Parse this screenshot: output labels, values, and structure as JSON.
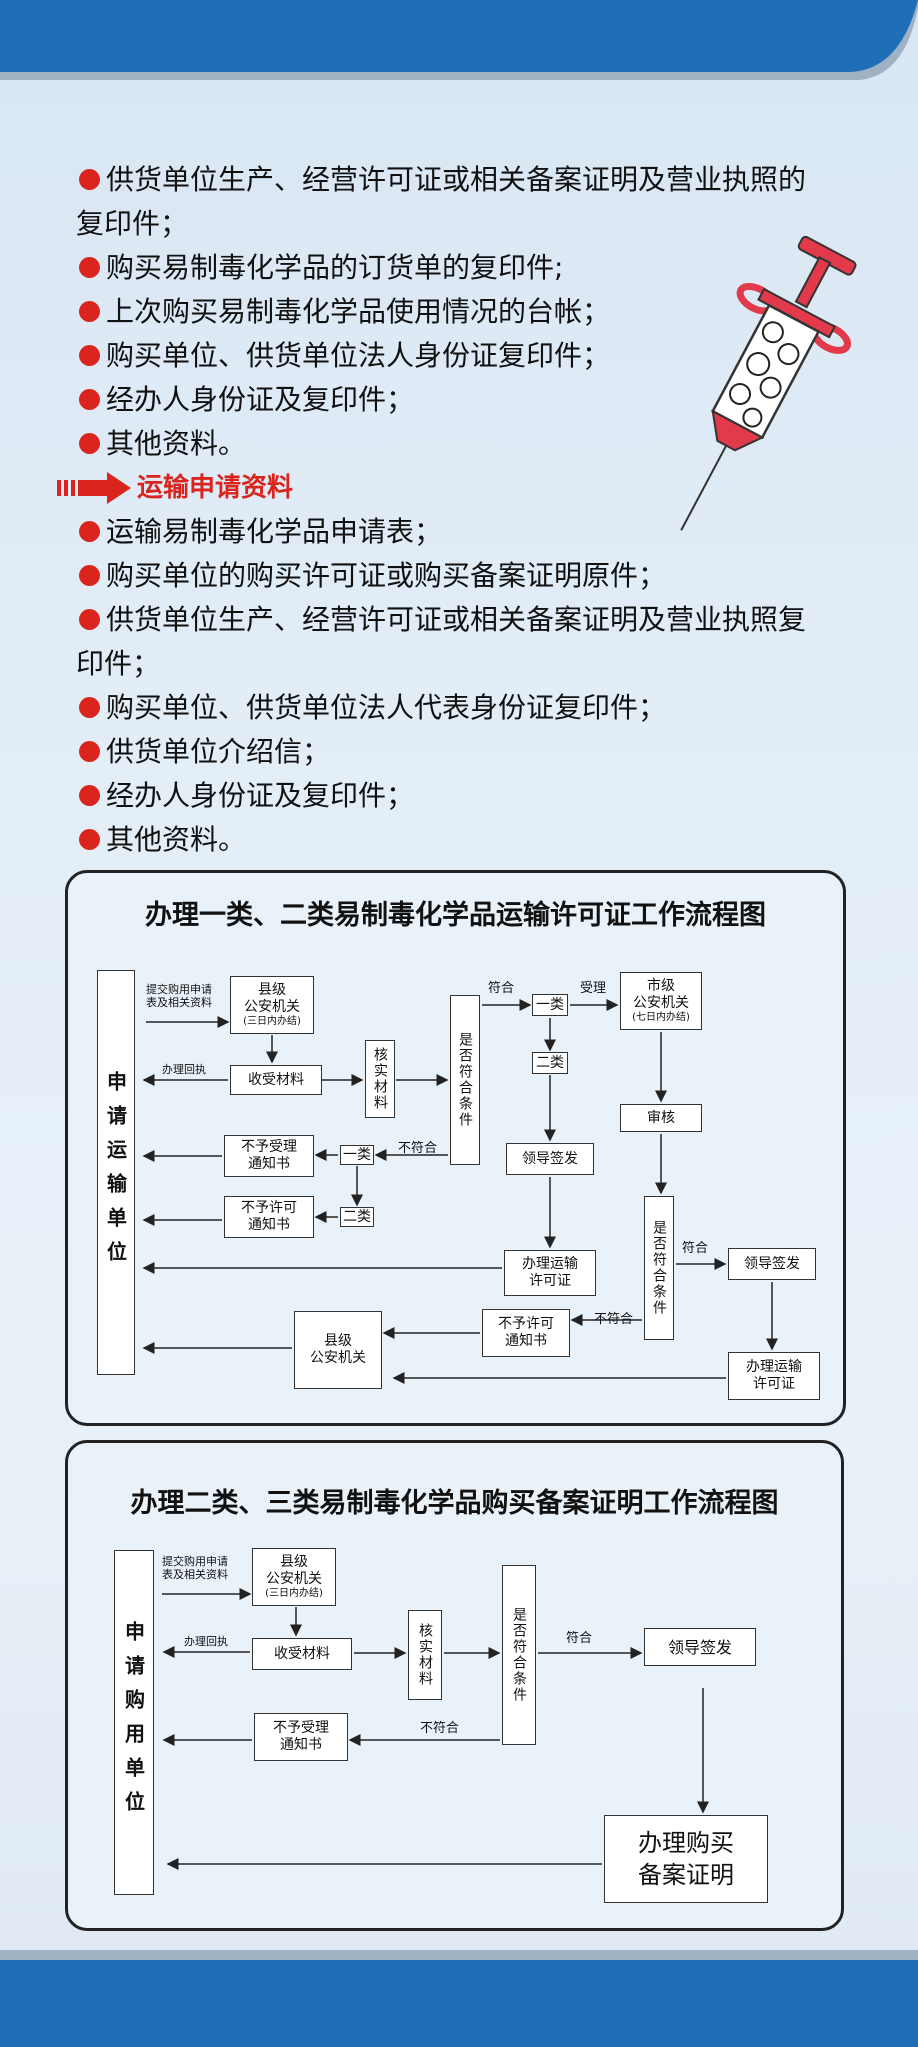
{
  "colors": {
    "accent_red": "#d9251d",
    "banner_blue": "#1e6db4"
  },
  "list_top": [
    "供货单位生产、经营许可证或相关备案证明及营业执照的",
    "复印件；",
    "购买易制毒化学品的订货单的复印件;",
    "上次购买易制毒化学品使用情况的台帐；",
    "购买单位、供货单位法人身份证复印件；",
    "经办人身份证及复印件；",
    "其他资料。"
  ],
  "section_heading": "运输申请资料",
  "list_bottom": [
    "运输易制毒化学品申请表；",
    "购买单位的购买许可证或购买备案证明原件；",
    "供货单位生产、经营许可证或相关备案证明及营业执照复",
    "印件；",
    "购买单位、供货单位法人代表身份证复印件；",
    "供货单位介绍信；",
    "经办人身份证及复印件；",
    "其他资料。"
  ],
  "flow1": {
    "title": "办理一类、二类易制毒化学品运输许可证工作流程图",
    "applicant": "申请运输单位",
    "submit_label_1": "提交购用申请",
    "submit_label_2": "表及相关资料",
    "county_1": "县级",
    "county_2": "公安机关",
    "county_3": "(三日内办结)",
    "receipt": "办理回执",
    "receive": "收受材料",
    "verify": "核实材料",
    "conform_check": "是否符合条件",
    "conform": "符合",
    "cat1": "一类",
    "cat2": "二类",
    "accept": "受理",
    "city_1": "市级",
    "city_2": "公安机关",
    "city_3": "(七日内办结)",
    "review": "审核",
    "not_conform": "不符合",
    "reject_accept_1": "不予受理",
    "reject_accept_2": "通知书",
    "reject_permit_1": "不予许可",
    "reject_permit_2": "通知书",
    "leader_sign": "领导签发",
    "permit_1": "办理运输",
    "permit_2": "许可证",
    "county_office_1": "县级",
    "county_office_2": "公安机关",
    "city_conform_check": "是否符合条件",
    "city_conform": "符合",
    "city_not_conform": "不符合",
    "city_reject_1": "不予许可",
    "city_reject_2": "通知书",
    "city_leader_sign": "领导签发",
    "city_permit_1": "办理运输",
    "city_permit_2": "许可证"
  },
  "flow2": {
    "title": "办理二类、三类易制毒化学品购买备案证明工作流程图",
    "applicant": "申请购用单位",
    "submit_label_1": "提交购用申请",
    "submit_label_2": "表及相关资料",
    "county_1": "县级",
    "county_2": "公安机关",
    "county_3": "(三日内办结)",
    "receipt": "办理回执",
    "receive": "收受材料",
    "verify": "核实材料",
    "conform_check": "是否符合条件",
    "conform": "符合",
    "not_conform": "不符合",
    "leader_sign": "领导签发",
    "reject_accept_1": "不予受理",
    "reject_accept_2": "通知书",
    "record_1": "办理购买",
    "record_2": "备案证明"
  }
}
